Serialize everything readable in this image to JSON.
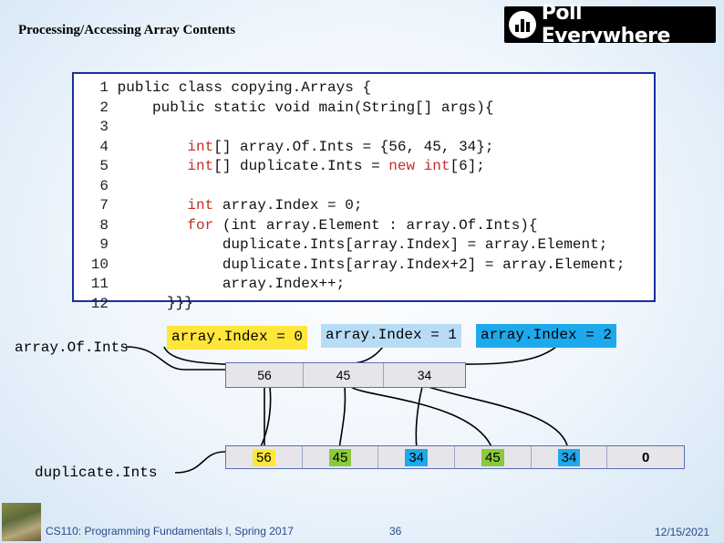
{
  "slide": {
    "title": "Processing/Accessing Array Contents"
  },
  "logo": {
    "text": "Poll Everywhere"
  },
  "code": {
    "lines": [
      {
        "num": "1",
        "parts": [
          {
            "t": "public class copying.Arrays {",
            "kw": false
          }
        ]
      },
      {
        "num": "2",
        "parts": [
          {
            "t": "    public static void main(String[] args){",
            "kw": false
          }
        ]
      },
      {
        "num": "3",
        "parts": [
          {
            "t": "",
            "kw": false
          }
        ]
      },
      {
        "num": "4",
        "parts": [
          {
            "t": "        ",
            "kw": false
          },
          {
            "t": "int",
            "kw": true
          },
          {
            "t": "[] array.Of.Ints = {56, 45, 34};",
            "kw": false
          }
        ]
      },
      {
        "num": "5",
        "parts": [
          {
            "t": "        ",
            "kw": false
          },
          {
            "t": "int",
            "kw": true
          },
          {
            "t": "[] duplicate.Ints = ",
            "kw": false
          },
          {
            "t": "new int",
            "kw": true
          },
          {
            "t": "[6];",
            "kw": false
          }
        ]
      },
      {
        "num": "6",
        "parts": [
          {
            "t": "",
            "kw": false
          }
        ]
      },
      {
        "num": "7",
        "parts": [
          {
            "t": "        ",
            "kw": false
          },
          {
            "t": "int",
            "kw": true
          },
          {
            "t": " array.Index = 0;",
            "kw": false
          }
        ]
      },
      {
        "num": "8",
        "parts": [
          {
            "t": "        ",
            "kw": false
          },
          {
            "t": "for",
            "kw": true
          },
          {
            "t": " (int array.Element : array.Of.Ints){",
            "kw": false
          }
        ]
      },
      {
        "num": "9",
        "parts": [
          {
            "t": "            duplicate.Ints[array.Index] = array.Element;",
            "kw": false
          }
        ]
      },
      {
        "num": "10",
        "parts": [
          {
            "t": "            duplicate.Ints[array.Index+2] = array.Element;",
            "kw": false
          }
        ]
      },
      {
        "num": "11",
        "parts": [
          {
            "t": "            array.Index++;",
            "kw": false
          }
        ]
      },
      {
        "num": "12",
        "parts": [
          {
            "t": "",
            "kw": false
          }
        ]
      }
    ],
    "closing": "}}}"
  },
  "diagram": {
    "label_source": "array.Of.Ints",
    "label_dest": "duplicate.Ints",
    "index_labels": [
      {
        "text": "array.Index = 0",
        "color": "#ffe63b"
      },
      {
        "text": "array.Index = 1",
        "color": "#b8dcf5"
      },
      {
        "text": "array.Index = 2",
        "color": "#1da9ec"
      }
    ],
    "source_values": [
      "56",
      "45",
      "34"
    ],
    "dest_values": [
      {
        "v": "56",
        "bg": "#ffe63b"
      },
      {
        "v": "45",
        "bg": "#8cc83c"
      },
      {
        "v": "34",
        "bg": "#1da9ec"
      },
      {
        "v": "45",
        "bg": "#8cc83c"
      },
      {
        "v": "34",
        "bg": "#1da9ec"
      },
      {
        "v": "0",
        "bg": ""
      }
    ]
  },
  "footer": {
    "course": "CS110: Programming Fundamentals I, Spring 2017",
    "page": "36",
    "date": "12/15/2021"
  }
}
